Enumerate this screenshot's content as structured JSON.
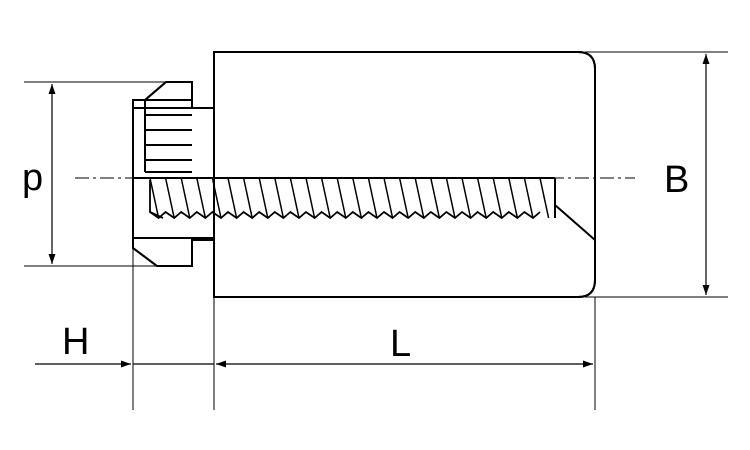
{
  "diagram": {
    "labels": {
      "p": "p",
      "B": "B",
      "H": "H",
      "L": "L"
    },
    "colors": {
      "line": "#000000",
      "background": "#ffffff"
    }
  }
}
